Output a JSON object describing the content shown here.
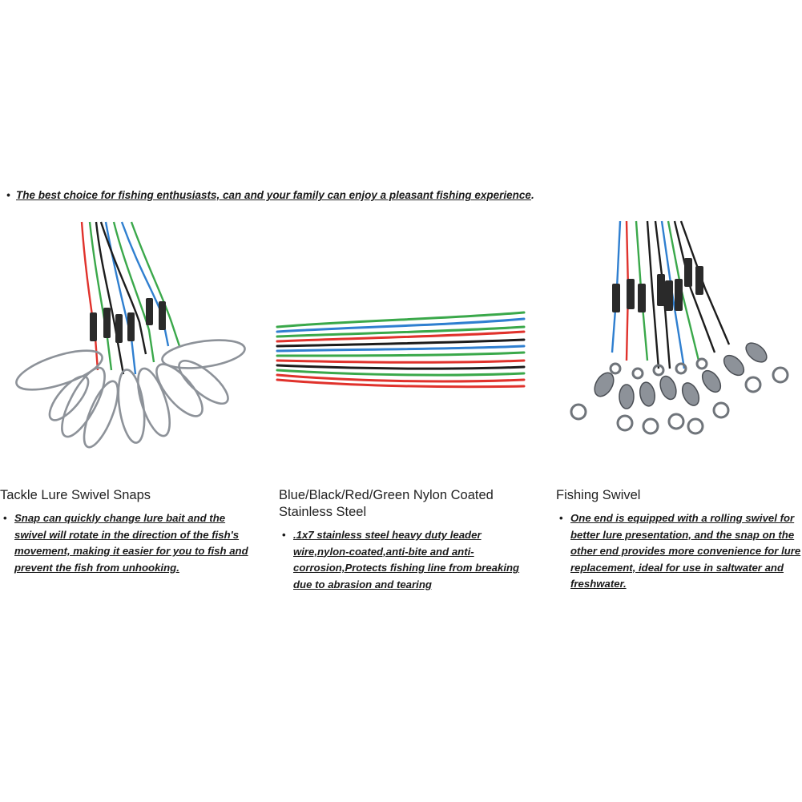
{
  "top_bullet": {
    "bullet": "•",
    "text": "The best choice for fishing enthusiasts, can and your family can enjoy a pleasant fishing experience",
    "trailing": "."
  },
  "columns": [
    {
      "title": "Tackle Lure Swivel Snaps",
      "bullet": "•",
      "text": "Snap can quickly change lure bait and the swivel will rotate in the direction of the fish's movement, making it easier for you to fish and prevent the fish from unhooking."
    },
    {
      "title": "Blue/Black/Red/Green Nylon Coated Stainless Steel",
      "bullet": "•",
      "text": ".1x7 stainless steel heavy duty leader wire,nylon-coated,anti-bite and anti-corrosion,Protects fishing line from breaking due to abrasion and tearing"
    },
    {
      "title": "Fishing Swivel",
      "bullet": "•",
      "text": "One end is equipped with a rolling swivel for better lure presentation, and the snap on the other end provides more convenience for lure replacement, ideal for use in saltwater and freshwater."
    }
  ],
  "colors": {
    "wire_red": "#e0322c",
    "wire_green": "#3aa84a",
    "wire_blue": "#2f7fd0",
    "wire_black": "#1c1c1c",
    "metal": "#8d9299",
    "sleeve": "#2a2a2a"
  }
}
